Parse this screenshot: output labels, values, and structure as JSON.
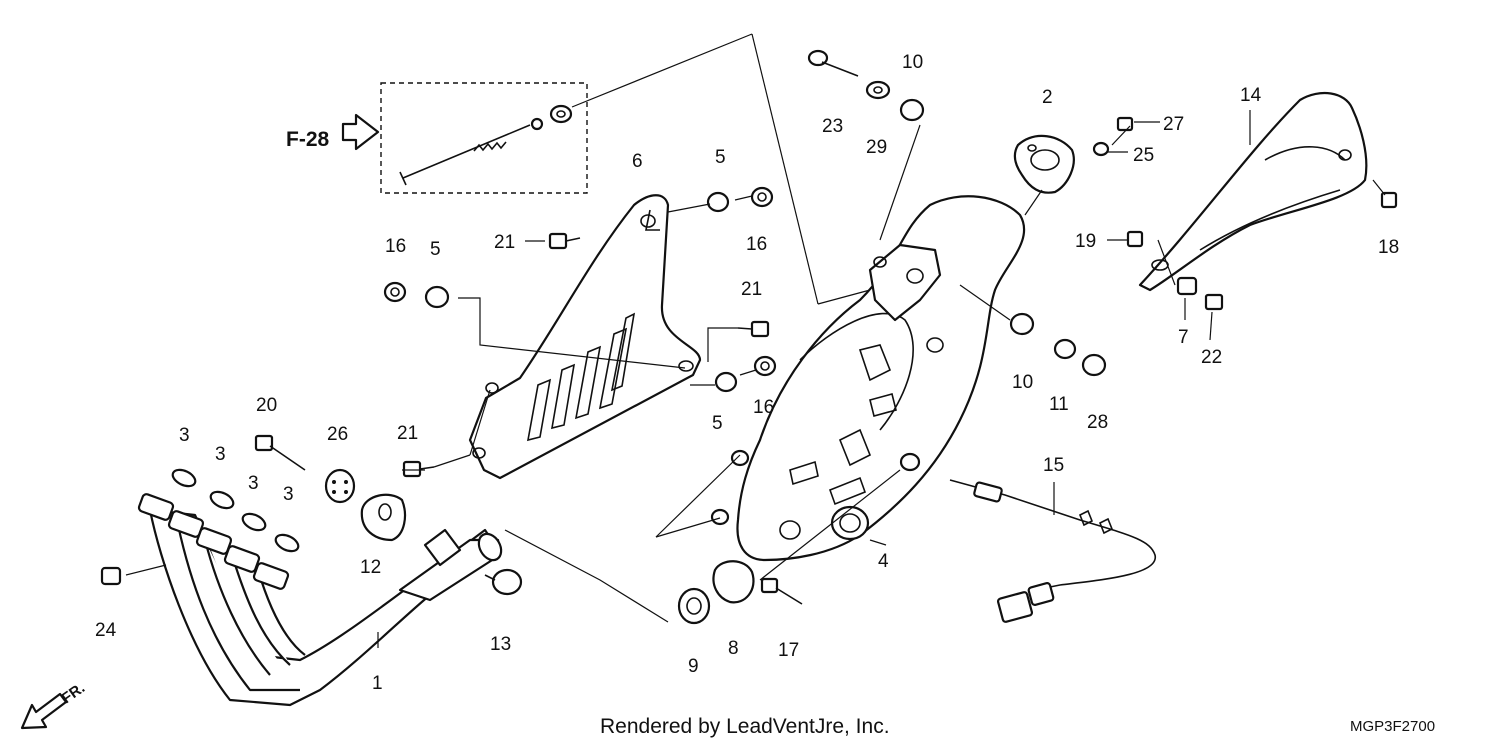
{
  "diagram": {
    "reference_label": "F-28",
    "front_label": "FR.",
    "credit": "Rendered by LeadVentJre, Inc.",
    "diagram_code": "MGP3F2700",
    "callouts": [
      {
        "id": "c1",
        "label": "1"
      },
      {
        "id": "c2",
        "label": "2"
      },
      {
        "id": "c3a",
        "label": "3"
      },
      {
        "id": "c3b",
        "label": "3"
      },
      {
        "id": "c3c",
        "label": "3"
      },
      {
        "id": "c3d",
        "label": "3"
      },
      {
        "id": "c4",
        "label": "4"
      },
      {
        "id": "c5a",
        "label": "5"
      },
      {
        "id": "c5b",
        "label": "5"
      },
      {
        "id": "c5c",
        "label": "5"
      },
      {
        "id": "c6",
        "label": "6"
      },
      {
        "id": "c7",
        "label": "7"
      },
      {
        "id": "c8",
        "label": "8"
      },
      {
        "id": "c9",
        "label": "9"
      },
      {
        "id": "c10a",
        "label": "10"
      },
      {
        "id": "c10b",
        "label": "10"
      },
      {
        "id": "c11",
        "label": "11"
      },
      {
        "id": "c12",
        "label": "12"
      },
      {
        "id": "c13",
        "label": "13"
      },
      {
        "id": "c14",
        "label": "14"
      },
      {
        "id": "c15",
        "label": "15"
      },
      {
        "id": "c16a",
        "label": "16"
      },
      {
        "id": "c16b",
        "label": "16"
      },
      {
        "id": "c16c",
        "label": "16"
      },
      {
        "id": "c17",
        "label": "17"
      },
      {
        "id": "c18",
        "label": "18"
      },
      {
        "id": "c19",
        "label": "19"
      },
      {
        "id": "c20",
        "label": "20"
      },
      {
        "id": "c21a",
        "label": "21"
      },
      {
        "id": "c21b",
        "label": "21"
      },
      {
        "id": "c21c",
        "label": "21"
      },
      {
        "id": "c22",
        "label": "22"
      },
      {
        "id": "c23",
        "label": "23"
      },
      {
        "id": "c24",
        "label": "24"
      },
      {
        "id": "c25",
        "label": "25"
      },
      {
        "id": "c26",
        "label": "26"
      },
      {
        "id": "c27",
        "label": "27"
      },
      {
        "id": "c28",
        "label": "28"
      },
      {
        "id": "c29",
        "label": "29"
      }
    ]
  }
}
